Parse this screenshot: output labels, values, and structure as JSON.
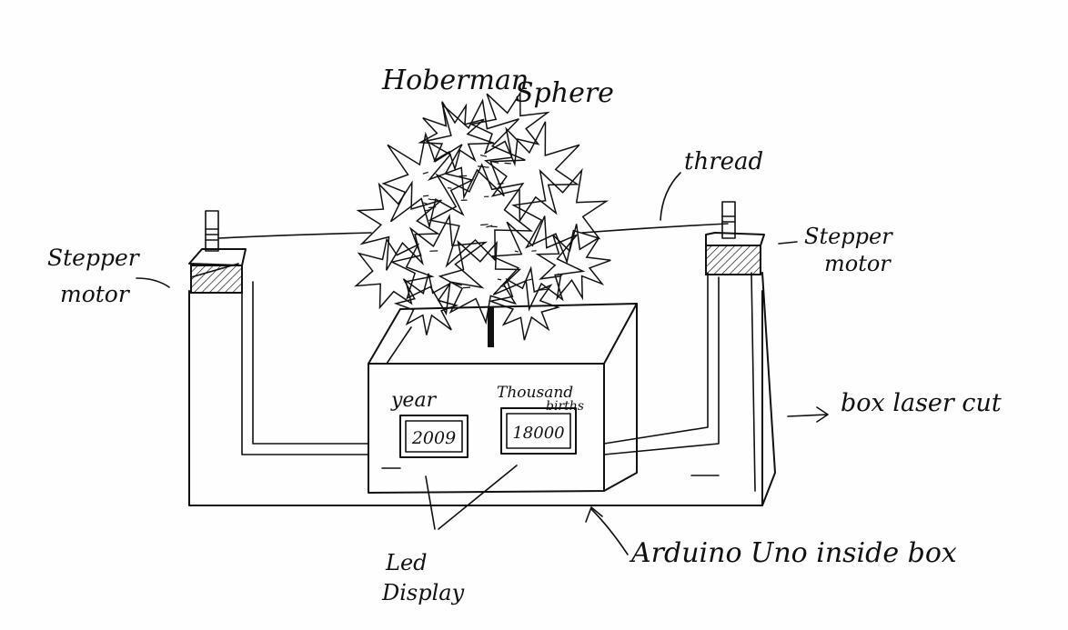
{
  "colors": {
    "ink": "#111111",
    "paper": "#fefefe"
  },
  "labels": {
    "sphere_line1": "Hoberman",
    "sphere_line2": "Sphere",
    "thread": "thread",
    "stepper_left_line1": "Stepper",
    "stepper_left_line2": "motor",
    "stepper_right_line1": "Stepper",
    "stepper_right_line2": "motor",
    "box_laser_cut": "box laser cut",
    "arduino": "Arduino Uno inside box",
    "led_line1": "Led",
    "led_line2": "Display",
    "year_caption": "year",
    "births_line1": "Thousand",
    "births_line2": "births"
  },
  "displays": {
    "year_value": "2009",
    "births_value": "18000"
  },
  "icons": {
    "sphere": "hoberman-sphere-icon",
    "stepper_left": "stepper-motor-icon",
    "stepper_right": "stepper-motor-icon"
  }
}
